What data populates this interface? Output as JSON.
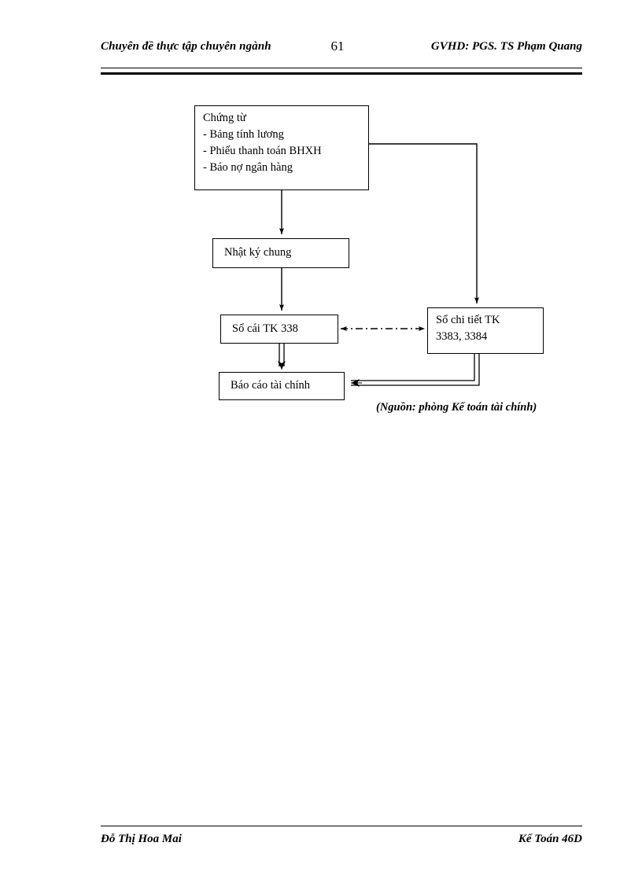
{
  "header": {
    "left_text": "Chuyên đề thực tập chuyên ngành",
    "page_number": "61",
    "right_text": "GVHD: PGS. TS Phạm Quang"
  },
  "footer": {
    "left_text": "Đỗ Thị Hoa Mai",
    "right_text": "Kế Toán 46D"
  },
  "diagram": {
    "nodes": [
      {
        "id": "chungtu",
        "label": "Chứng từ\n- Bảng tính lương\n- Phiếu thanh toán BHXH\n- Báo nợ ngân hàng"
      },
      {
        "id": "nkc",
        "label": "Nhật ký chung"
      },
      {
        "id": "socai",
        "label": "Sổ cái TK 338"
      },
      {
        "id": "sochitiet",
        "label": "Sổ chi tiết TK\n3383, 3384"
      },
      {
        "id": "baocao",
        "label": "Báo cáo tài chính"
      }
    ],
    "edges": [
      {
        "id": "chungtu-to-nkc",
        "style": "solid-arrow"
      },
      {
        "id": "chungtu-to-sochitiet",
        "style": "solid-elbow-arrow"
      },
      {
        "id": "nkc-to-socai",
        "style": "solid-arrow"
      },
      {
        "id": "socai-to-baocao",
        "style": "double-line-arrow"
      },
      {
        "id": "sochitiet-to-baocao",
        "style": "double-line-elbow-arrow"
      },
      {
        "id": "socai-sochitiet-link",
        "style": "dash-dot-double-arrow"
      }
    ],
    "caption": "(Nguồn: phòng Kế toán tài chính)"
  },
  "colors": {
    "ink": "#000000",
    "paper": "#ffffff"
  }
}
